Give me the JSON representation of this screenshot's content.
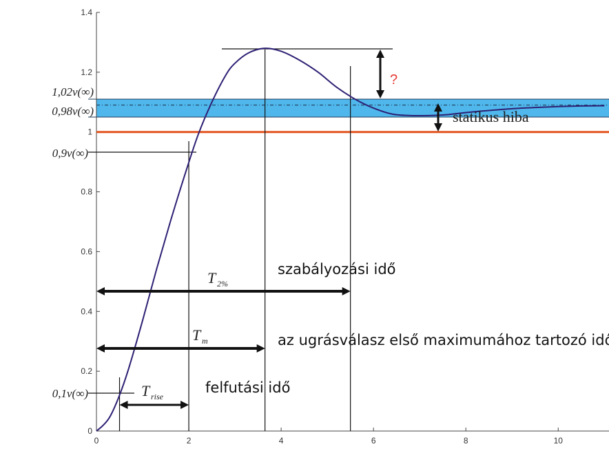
{
  "chart_data": {
    "type": "line",
    "xlim": [
      0,
      11
    ],
    "ylim": [
      0,
      1.4
    ],
    "x_ticks": [
      "0",
      "2",
      "4",
      "6",
      "8",
      "10"
    ],
    "y_ticks": [
      "0",
      "0.2",
      "0.4",
      "0.6",
      "0.8",
      "1",
      "1.2",
      "1.4"
    ],
    "series": [
      {
        "x": [
          0,
          0.15,
          0.3,
          0.5,
          0.7,
          1.0,
          1.3,
          1.6,
          1.9,
          2.2,
          2.5,
          2.8,
          3.0,
          3.3,
          3.65,
          4.0,
          4.4,
          4.8,
          5.2,
          5.6,
          6.0,
          6.4,
          6.8,
          7.2,
          7.6,
          8.0,
          8.5,
          9.0,
          9.5,
          10.0,
          10.5,
          11.0
        ],
        "y": [
          0,
          0.02,
          0.05,
          0.12,
          0.21,
          0.37,
          0.54,
          0.7,
          0.85,
          0.99,
          1.1,
          1.19,
          1.23,
          1.265,
          1.28,
          1.27,
          1.24,
          1.2,
          1.15,
          1.11,
          1.08,
          1.06,
          1.055,
          1.055,
          1.058,
          1.065,
          1.072,
          1.078,
          1.082,
          1.085,
          1.087,
          1.088
        ],
        "color": "#2d1f73"
      }
    ],
    "reference_lines": {
      "unit_level": {
        "y": 1.0,
        "color": "#e2541f"
      },
      "final_value": {
        "y": 1.09,
        "style": "dash-dot"
      },
      "band_upper": {
        "y": 1.11
      },
      "band_lower": {
        "y": 1.05
      },
      "band_color": "#4fb7ec"
    },
    "markers": {
      "t_rise_start": 0.5,
      "t_rise_end": 2.0,
      "t_max": 3.65,
      "t_2pct": 5.5
    },
    "annotations": {
      "label_102": "1,02v(∞)",
      "label_098": "0,98v(∞)",
      "label_09": "0,9v(∞)",
      "label_01": "0,1v(∞)",
      "question": "?",
      "statikus_hiba": "statikus hiba",
      "t2_main": "T",
      "t2_sub": "2%",
      "tm_main": "T",
      "tm_sub": "m",
      "trise_main": "T",
      "trise_sub": "rise",
      "szabalyozasi": "szabályozási idő",
      "ugrasvalasz": "az ugrásválasz első maximumához tartozó idő",
      "felfutasi": "felfutási idő"
    }
  }
}
